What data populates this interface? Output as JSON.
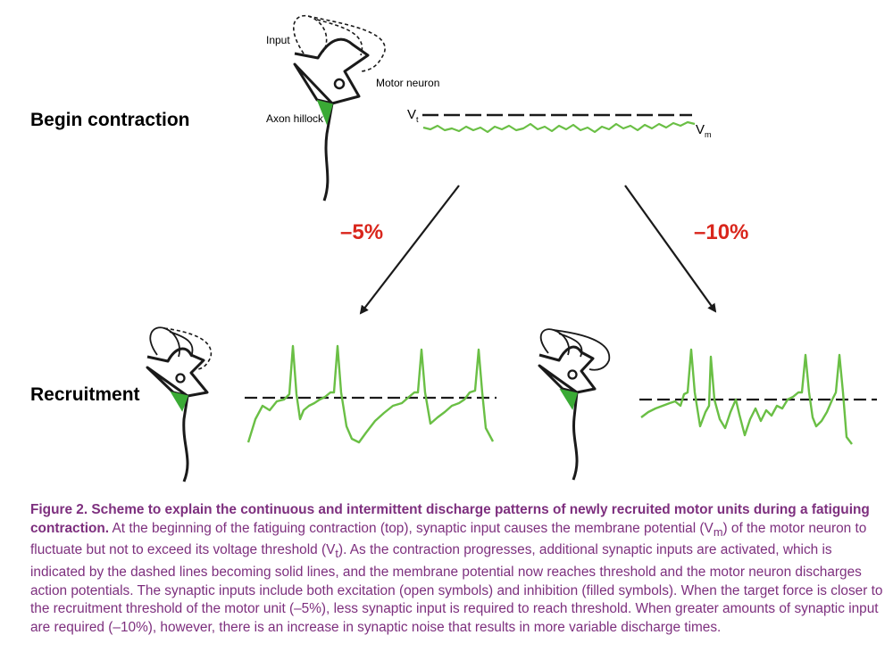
{
  "figure": {
    "labels": {
      "begin_contraction": "Begin contraction",
      "recruitment": "Recruitment",
      "input": "Input",
      "motor_neuron": "Motor neuron",
      "axon_hillock": "Axon hillock",
      "vt_symbol": "V",
      "vt_sub": "t",
      "vm_symbol": "V",
      "vm_sub": "m"
    },
    "percentages": {
      "left": "–5%",
      "right": "–10%"
    },
    "colors": {
      "trace_green": "#6abf45",
      "hillock_green": "#3aaa35",
      "percent_red": "#d9261c",
      "caption_purple": "#7d2f7e"
    }
  },
  "caption": {
    "bold": "Figure 2.  Scheme to explain the continuous and intermittent discharge patterns of newly recruited motor units during a fatiguing contraction.",
    "body": " At the beginning of the fatiguing contraction (top), synaptic input causes the membrane potential (V",
    "vm_sub": "m",
    "body2": ") of the motor neuron to fluctuate but not to exceed its voltage threshold (V",
    "vt_sub": "t",
    "body3": ").  As the contraction progresses, additional synaptic inputs are activated, which is indicated by the dashed lines becoming solid lines, and the membrane potential now reaches threshold and the motor neuron discharges action potentials.  The synaptic inputs include both excitation (open symbols) and inhibition (filled symbols).  When the target force is closer to the recruitment threshold of the motor unit (–5%), less synaptic input is required to reach threshold.  When greater amounts of synaptic input are required (–10%), however, there is an increase in synaptic noise that results in more variable discharge times."
  }
}
